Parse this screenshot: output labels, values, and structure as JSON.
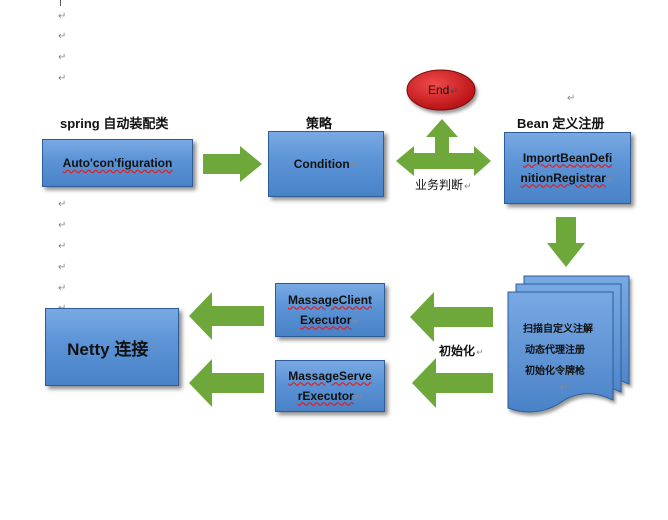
{
  "paragraph_mark": "↵",
  "captions": {
    "spring_auto_config": "spring 自动装配类",
    "strategy": "策略",
    "bean_definition": "Bean 定义注册",
    "business_judgment": "业务判断",
    "initialization": "初始化"
  },
  "nodes": {
    "end": "End",
    "auto_configuration": "Auto'con'figuration",
    "condition": "Condition",
    "registrar_line1": "ImportBeanDefi",
    "registrar_line2": "nitionRegistrar",
    "client_line1": "MassageClient",
    "client_line2": "Executor",
    "server_line1": "MassageServe",
    "server_line2": "rExecutor",
    "netty": "Netty 连接"
  },
  "document_stack": {
    "lines": [
      "扫描自定义注解",
      "动态代理注册",
      "初始化令牌枪"
    ]
  },
  "colors": {
    "box_fill": "#5b93d6",
    "box_border": "#2e5c96",
    "arrow_fill": "#6fa83a",
    "end_fill": "#d4161a"
  }
}
